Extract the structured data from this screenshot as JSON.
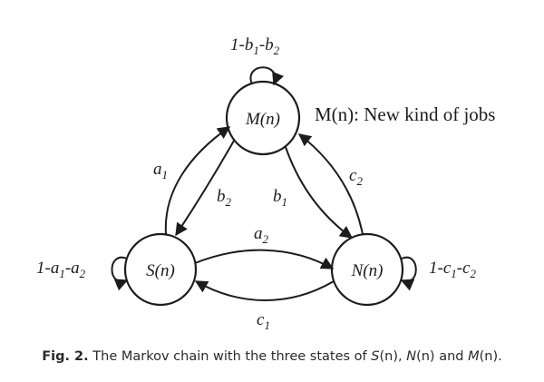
{
  "diagram": {
    "states": {
      "m": {
        "label": "M(n)"
      },
      "s": {
        "label": "S(n)"
      },
      "n": {
        "label": "N(n)"
      }
    },
    "note": "M(n): New kind of jobs",
    "edges": {
      "a1": {
        "base": "a",
        "sub": "1"
      },
      "b2": {
        "base": "b",
        "sub": "2"
      },
      "b1": {
        "base": "b",
        "sub": "1"
      },
      "c2": {
        "base": "c",
        "sub": "2"
      },
      "a2": {
        "base": "a",
        "sub": "2"
      },
      "c1": {
        "base": "c",
        "sub": "1"
      }
    },
    "loops": {
      "m": [
        "1-b",
        "1",
        "-b",
        "2"
      ],
      "s": [
        "1-a",
        "1",
        "-a",
        "2"
      ],
      "n": [
        "1-c",
        "1",
        "-c",
        "2"
      ]
    }
  },
  "caption": {
    "fig": "Fig. 2.",
    "t1": "The Markov chain with the three states of",
    "s": "S",
    "pn1": "(n)",
    "sep1": ",",
    "n": "N",
    "pn2": "(n)",
    "and": "and",
    "m": "M",
    "pn3": "(n)",
    "end": "."
  }
}
